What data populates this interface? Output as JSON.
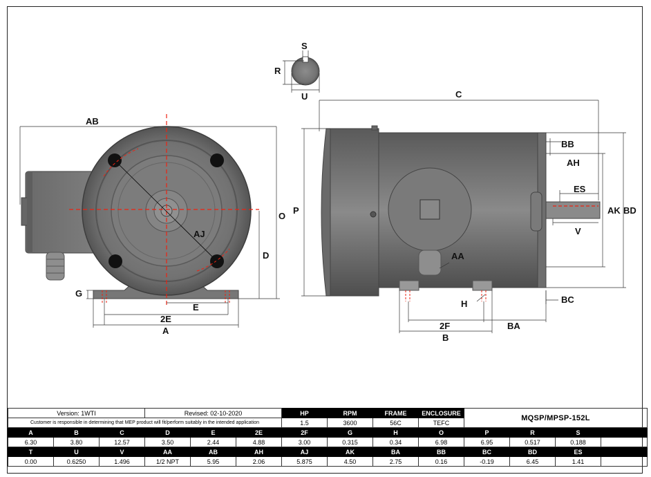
{
  "drawing": {
    "labels": [
      "S",
      "R",
      "U",
      "C",
      "AB",
      "O",
      "P",
      "BB",
      "AH",
      "ES",
      "AK",
      "BD",
      "V",
      "AJ",
      "D",
      "AA",
      "G",
      "E",
      "H",
      "BC",
      "2E",
      "2F",
      "BA",
      "A",
      "B"
    ]
  },
  "info": {
    "version": "Version: 1WTI",
    "revised": "Revised: 02-10-2020",
    "note": "Customer is responsible in determining that MEP product will fit/perform suitably in the intended application",
    "model": "MQSP/MPSP-152L"
  },
  "rating": {
    "headers": [
      "HP",
      "RPM",
      "FRAME",
      "ENCLOSURE"
    ],
    "values": [
      "1.5",
      "3600",
      "56C",
      "TEFC"
    ]
  },
  "dims1": {
    "headers": [
      "A",
      "B",
      "C",
      "D",
      "E",
      "2E",
      "2F",
      "G",
      "H",
      "O",
      "P",
      "R",
      "S"
    ],
    "values": [
      "6.30",
      "3.80",
      "12.57",
      "3.50",
      "2.44",
      "4.88",
      "3.00",
      "0.315",
      "0.34",
      "6.98",
      "6.95",
      "0.517",
      "0.188"
    ]
  },
  "dims2": {
    "headers": [
      "T",
      "U",
      "V",
      "AA",
      "AB",
      "AH",
      "AJ",
      "AK",
      "BA",
      "BB",
      "BC",
      "BD",
      "ES"
    ],
    "values": [
      "0.00",
      "0.6250",
      "1.496",
      "1/2 NPT",
      "5.95",
      "2.06",
      "5.875",
      "4.50",
      "2.75",
      "0.16",
      "-0.19",
      "6.45",
      "1.41"
    ]
  }
}
